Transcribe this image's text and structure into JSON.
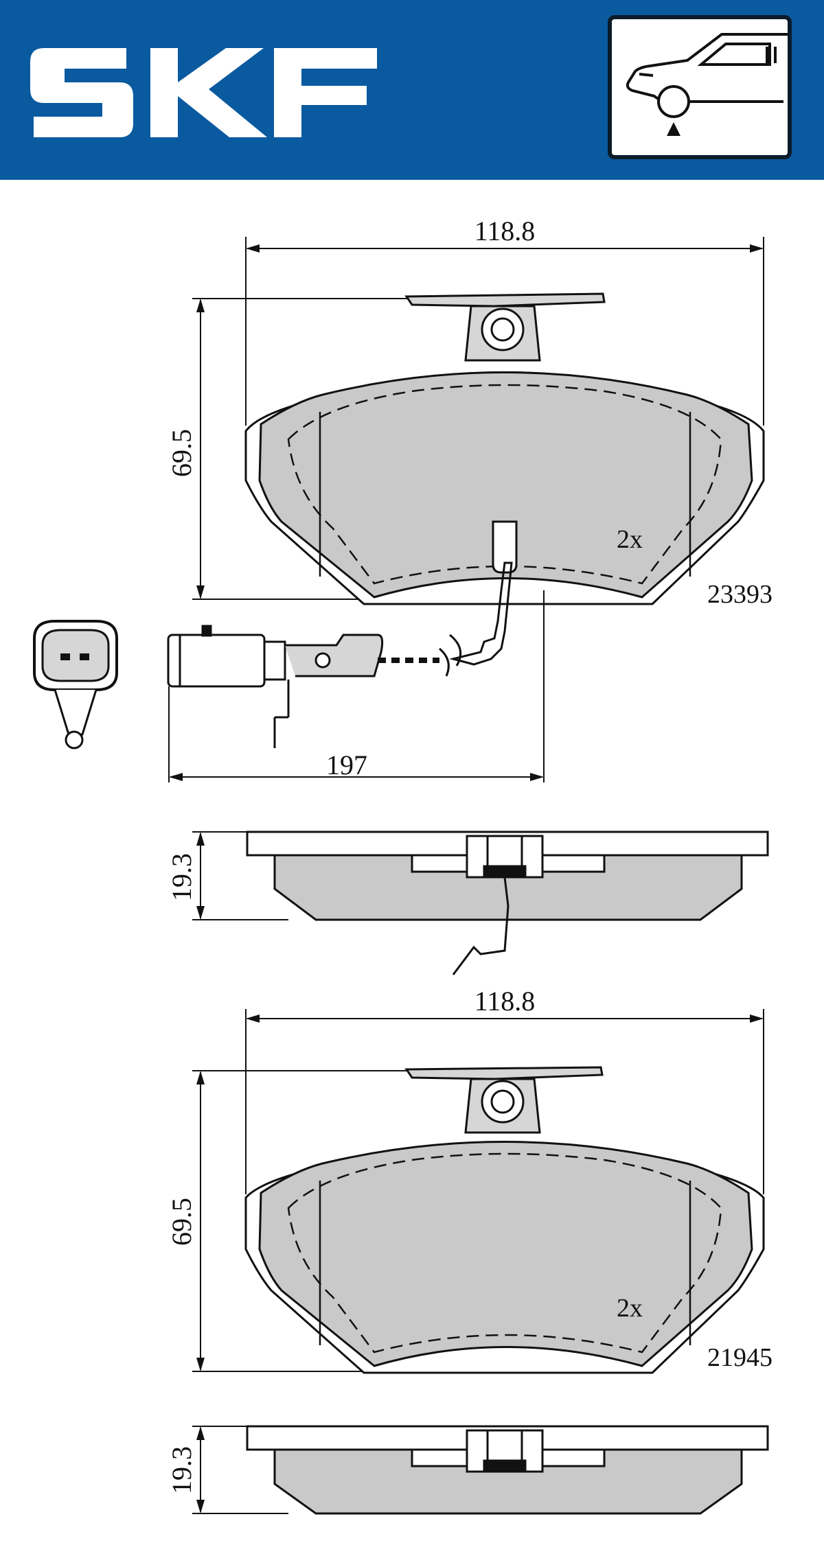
{
  "brand": {
    "name": "SKF",
    "color": "#0a5aa0"
  },
  "position_icon": "front-axle-car-icon",
  "pad_upper": {
    "width": "118.8",
    "height": "69.5",
    "thickness": "19.3",
    "quantity": "2x",
    "part_number": "23393",
    "wear_sensor": {
      "cable_length": "197",
      "icon": "wear-sensor-connector-icon"
    }
  },
  "pad_lower": {
    "width": "118.8",
    "height": "69.5",
    "thickness": "19.3",
    "quantity": "2x",
    "part_number": "21945"
  },
  "colors": {
    "pad_fill": "#c9c9c9",
    "line": "#111111"
  }
}
